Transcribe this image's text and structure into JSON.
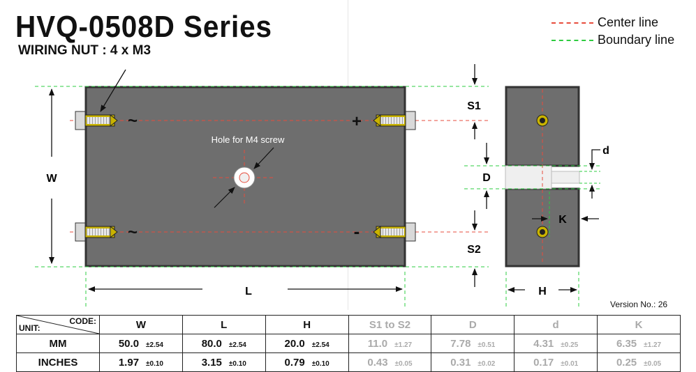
{
  "header": {
    "title": "HVQ-0508D Series",
    "subtitle": "WIRING NUT : 4 x M3"
  },
  "legend": {
    "center_label": "Center line",
    "center_color": "#e74c3c",
    "boundary_label": "Boundary line",
    "boundary_color": "#2ecc40"
  },
  "diagram": {
    "hole_label": "Hole for M4 screw",
    "terminals": {
      "ac1": "~",
      "ac2": "~",
      "plus": "+",
      "minus": "-"
    },
    "dims": {
      "w": "W",
      "l": "L",
      "s1": "S1",
      "s2": "S2",
      "d_big": "D",
      "d_small": "d",
      "k": "K",
      "h": "H"
    },
    "body_color": "#6e6e6e",
    "pad_color": "#c9b300"
  },
  "version": "Version No.: 26",
  "table": {
    "code_label": "CODE:",
    "unit_label": "UNIT:",
    "headers": [
      "W",
      "L",
      "H",
      "S1 to S2",
      "D",
      "d",
      "K"
    ],
    "rows": [
      {
        "unit": "MM",
        "cells": [
          {
            "v": "50.0",
            "t": "±2.54"
          },
          {
            "v": "80.0",
            "t": "±2.54"
          },
          {
            "v": "20.0",
            "t": "±2.54"
          },
          {
            "v": "11.0",
            "t": "±1.27"
          },
          {
            "v": "7.78",
            "t": "±0.51"
          },
          {
            "v": "4.31",
            "t": "±0.25"
          },
          {
            "v": "6.35",
            "t": "±1.27"
          }
        ]
      },
      {
        "unit": "INCHES",
        "cells": [
          {
            "v": "1.97",
            "t": "±0.10"
          },
          {
            "v": "3.15",
            "t": "±0.10"
          },
          {
            "v": "0.79",
            "t": "±0.10"
          },
          {
            "v": "0.43",
            "t": "±0.05"
          },
          {
            "v": "0.31",
            "t": "±0.02"
          },
          {
            "v": "0.17",
            "t": "±0.01"
          },
          {
            "v": "0.25",
            "t": "±0.05"
          }
        ]
      }
    ]
  }
}
